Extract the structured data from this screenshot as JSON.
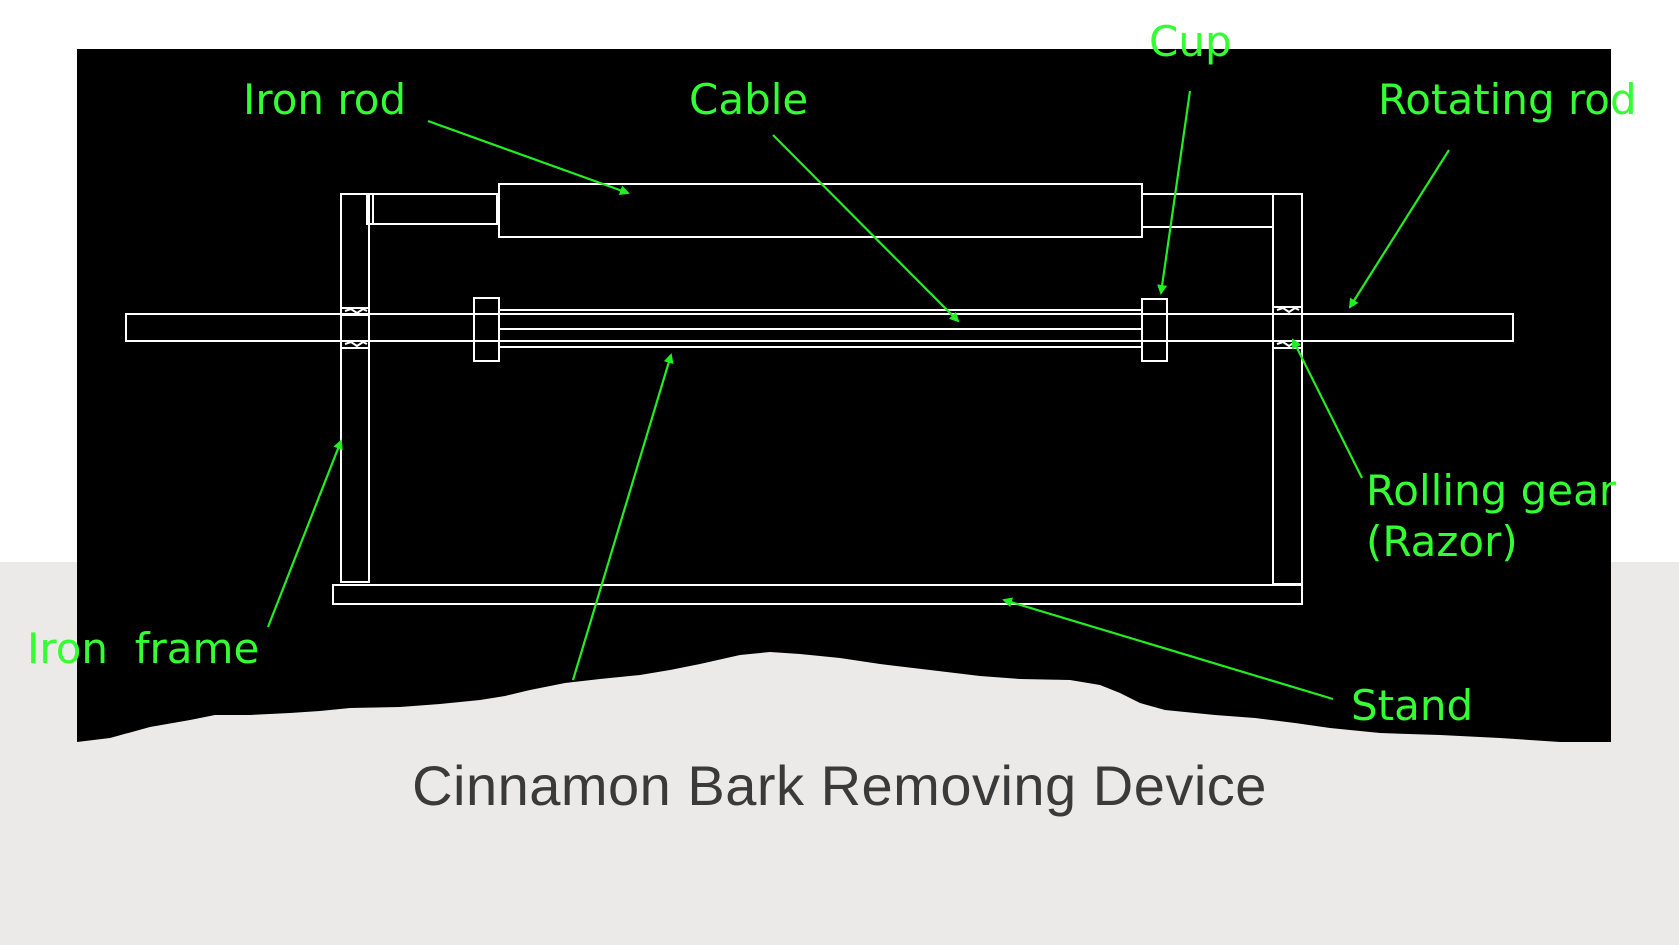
{
  "colors": {
    "label": "#33ff33",
    "arrow": "#22ee22",
    "drawing_background": "#000000",
    "line_art": "#ffffff",
    "slide_lower": "#ebeae8",
    "caption": "#3a3a3a"
  },
  "diagram": {
    "labels": {
      "iron_rod": "Iron rod",
      "cable": "Cable",
      "cup": "Cup",
      "rotating_rod": "Rotating rod",
      "rolling_gear_line1": "Rolling gear",
      "rolling_gear_line2": "(Razor)",
      "iron_frame": "Iron  frame",
      "stand": "Stand"
    }
  },
  "caption": "Cinnamon Bark Removing Device"
}
